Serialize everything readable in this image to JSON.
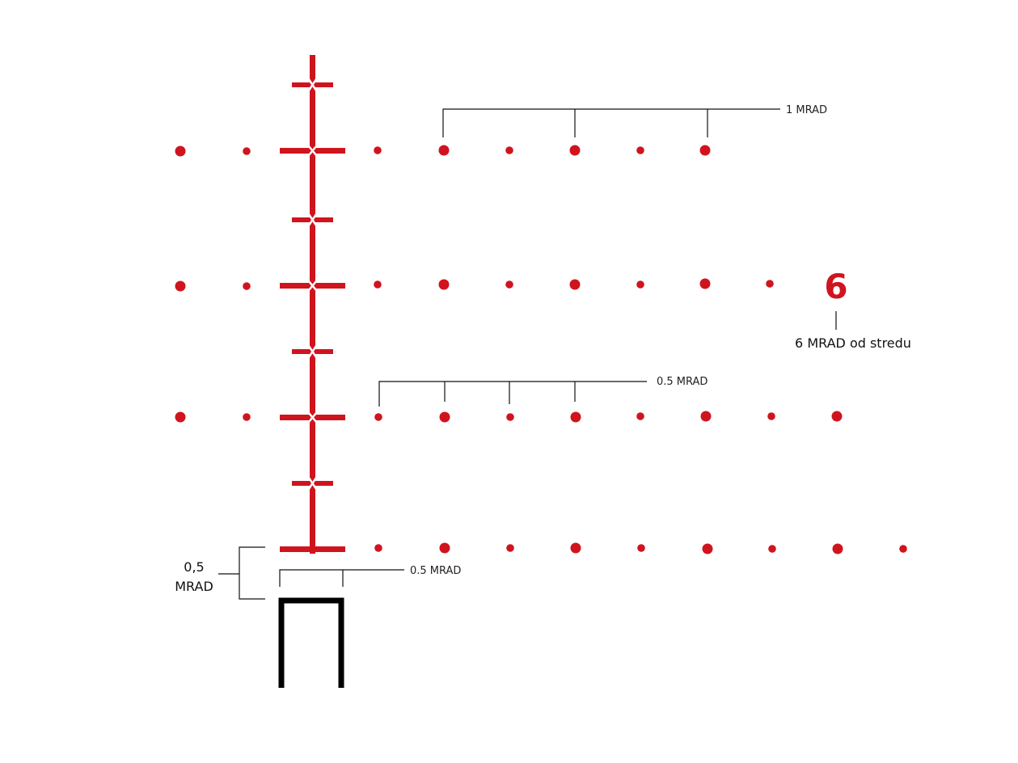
{
  "colors": {
    "reticle": "#d0141e",
    "bracket": "#111111",
    "post": "#000000"
  },
  "labels": {
    "one_mrad": "1 MRAD",
    "half_mrad_upper": "0.5 MRAD",
    "half_mrad_lower": "0.5 MRAD",
    "half_mrad_vertical_line1": "0,5",
    "half_mrad_vertical_line2": "MRAD",
    "big_number": "6",
    "six_mrad_note": "6 MRAD od stredu"
  }
}
